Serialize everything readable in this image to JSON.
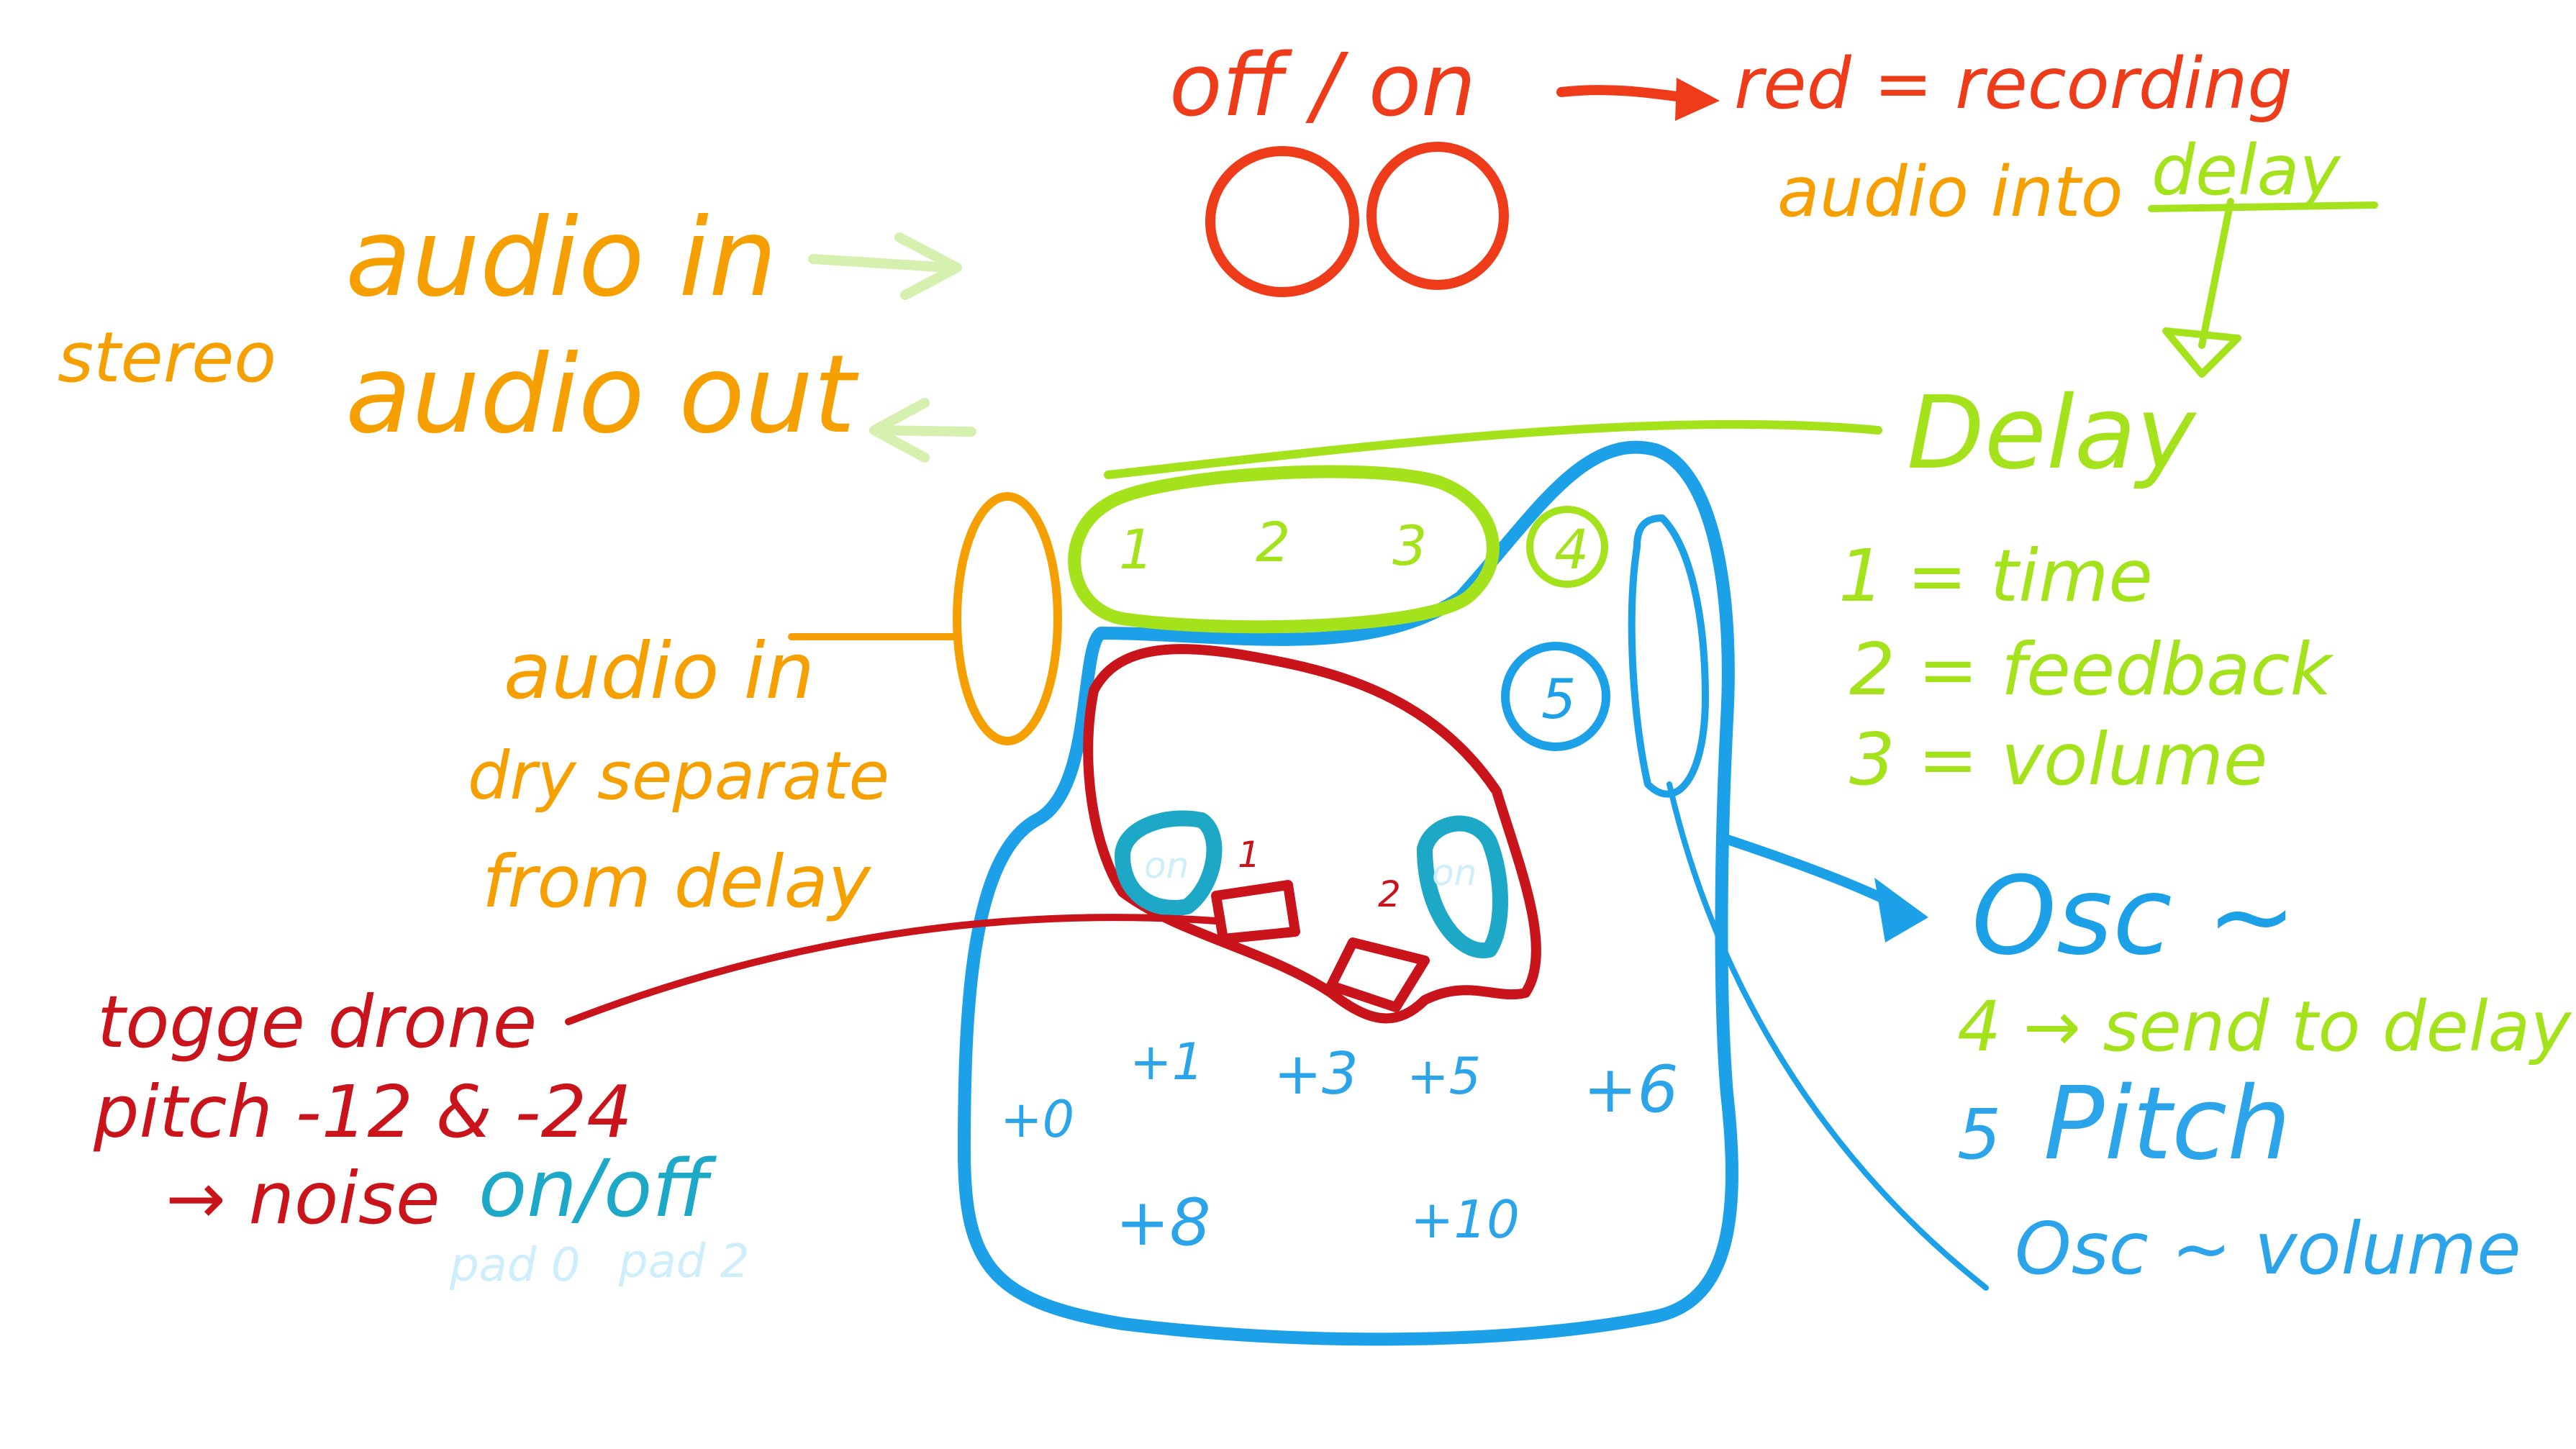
{
  "colors": {
    "red_orange": "#ee3b1a",
    "orange": "#f5a000",
    "light_green": "#d6f0b0",
    "lime": "#a4e21c",
    "blue": "#1ca0e8",
    "dark_red": "#c8141a",
    "teal": "#1ea8c8",
    "pale_blue": "#cdeefa",
    "blue_text": "#2ba4ea"
  },
  "header": {
    "power_label": "off / on",
    "recording_note": "red = recording",
    "recording_note_line2": "audio into",
    "recording_note_delay": "delay"
  },
  "audio": {
    "stereo": "stereo",
    "audio_in": "audio in",
    "audio_out": "audio out",
    "dry_line1": "audio in",
    "dry_line2": "dry separate",
    "dry_line3": "from delay"
  },
  "delay": {
    "title": "Delay",
    "items": [
      "1 = time",
      "2 = feedback",
      "3 = volume"
    ],
    "knobs": [
      "1",
      "2",
      "3"
    ]
  },
  "osc": {
    "title": "Osc ~",
    "send_line": "4 → send to delay",
    "pitch_num": "5",
    "pitch_word": "Pitch",
    "volume_line": "Osc ~ volume",
    "knob4": "4",
    "knob5": "5"
  },
  "drone": {
    "line1": "togge drone",
    "line2": "pitch -12 & -24",
    "line3_prefix": "→ noise",
    "line3_onoff": "on/off",
    "pad_labels": [
      "pad 0",
      "pad 2"
    ],
    "button1": "1",
    "button2": "2",
    "pad_left_text": "on",
    "pad_right_text": "on"
  },
  "pads": {
    "offsets": [
      "+0",
      "+1",
      "+3",
      "+5",
      "+6",
      "+8",
      "+10"
    ]
  }
}
